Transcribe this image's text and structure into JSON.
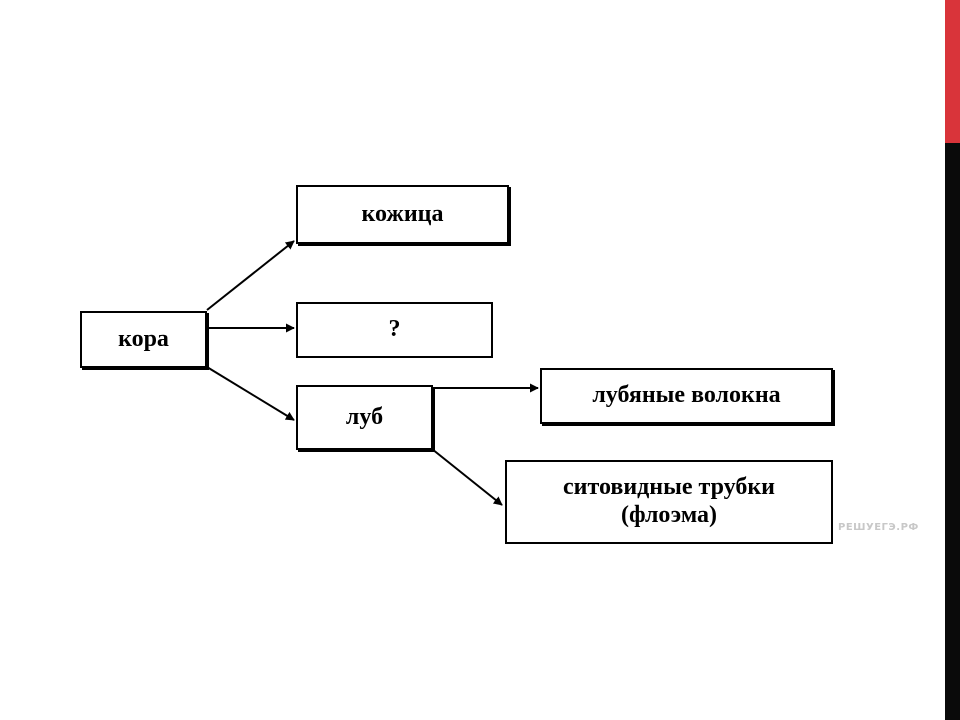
{
  "colors": {
    "accent_red": "#d9343a",
    "accent_dark": "#0a0a0a",
    "line": "#000000"
  },
  "nodes": {
    "root": "кора",
    "skin": "кожица",
    "unknown": "?",
    "bast": "луб",
    "bast_fibers": "лубяные волокна",
    "sieve_tubes_line1": "ситовидные трубки",
    "sieve_tubes_line2": "(флоэма)"
  },
  "watermark": "РЕШУЕГЭ.РФ"
}
